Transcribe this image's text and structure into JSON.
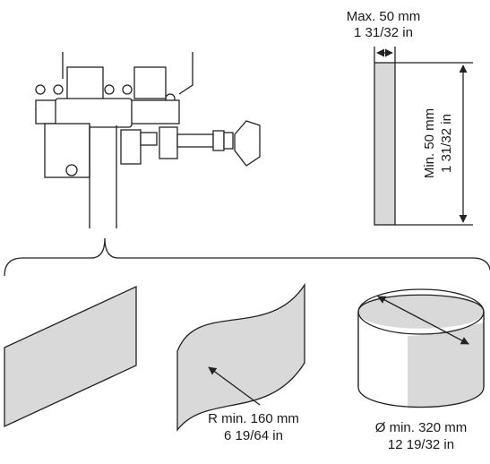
{
  "width_label": {
    "mm": "Max. 50 mm",
    "inch": "1 31/32 in"
  },
  "height_label": {
    "mm": "Min. 50 mm",
    "inch": "1 31/32 in"
  },
  "radius_label": {
    "mm": "R min. 160 mm",
    "inch": "6 19/64 in"
  },
  "diameter_label": {
    "mm": "Ø min. 320 mm",
    "inch": "12 19/32 in"
  },
  "colors": {
    "stroke": "#222222",
    "shade": "#d9d9d9",
    "background": "#ffffff"
  }
}
